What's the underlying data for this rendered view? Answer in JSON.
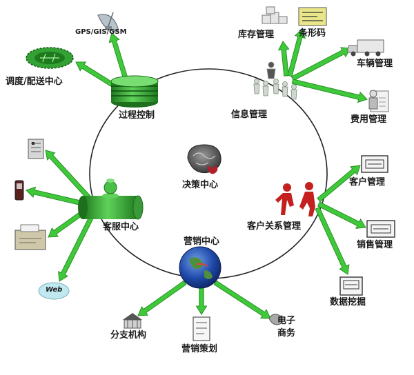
{
  "diagram": {
    "hubs": {
      "process_control": "过程控制",
      "info_management": "信息管理",
      "decision_center": "决策中心",
      "customer_service_center": "客服中心",
      "crm": "客户关系管理",
      "marketing_center": "营销中心"
    },
    "leaves": {
      "gps": "GPS/GIS/GSM",
      "dispatch_center": "调度/配送中心",
      "inventory": "库存管理",
      "barcode": "条形码",
      "vehicle": "车辆管理",
      "expense": "费用管理",
      "customer_mgmt": "客户管理",
      "sales_mgmt": "销售管理",
      "data_mining": "数据挖掘",
      "branch": "分支机构",
      "marketing_plan": "营销策划",
      "ecommerce_line1": "电子",
      "ecommerce_line2": "商务",
      "web": "Web"
    },
    "colors": {
      "arrow": "#3fc93a",
      "arrow_edge": "#2a8f27",
      "ring": "#222222",
      "cylinder": "#2e9e2e",
      "globe": "#1c3f9a",
      "person": "#c42020"
    }
  }
}
